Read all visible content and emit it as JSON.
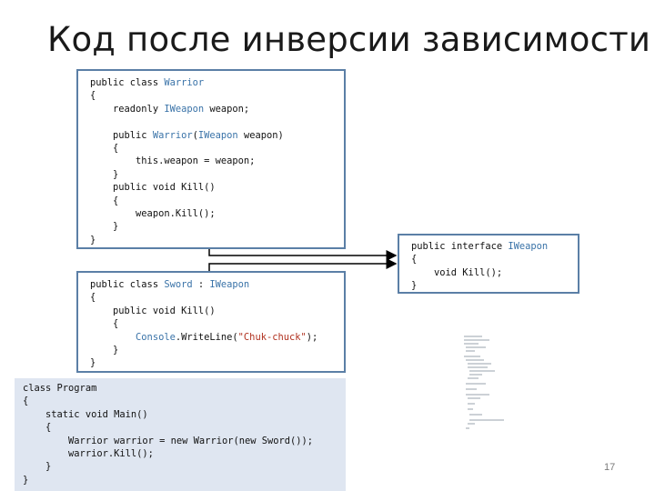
{
  "slide": {
    "title": "Код после инверсии зависимости",
    "page_number": "17"
  },
  "warrior_box": {
    "lines": [
      [
        {
          "t": "public class "
        },
        {
          "t": "Warrior",
          "c": "ty"
        }
      ],
      [
        {
          "t": "{"
        }
      ],
      [
        {
          "t": "    readonly "
        },
        {
          "t": "IWeapon",
          "c": "ty"
        },
        {
          "t": " weapon;"
        }
      ],
      [
        {
          "t": ""
        }
      ],
      [
        {
          "t": "    public "
        },
        {
          "t": "Warrior",
          "c": "ty"
        },
        {
          "t": "("
        },
        {
          "t": "IWeapon",
          "c": "ty"
        },
        {
          "t": " weapon)"
        }
      ],
      [
        {
          "t": "    {"
        }
      ],
      [
        {
          "t": "        this.weapon = weapon;"
        }
      ],
      [
        {
          "t": "    }"
        }
      ],
      [
        {
          "t": "    public void Kill()"
        }
      ],
      [
        {
          "t": "    {"
        }
      ],
      [
        {
          "t": "        weapon.Kill();"
        }
      ],
      [
        {
          "t": "    }"
        }
      ],
      [
        {
          "t": "}"
        }
      ]
    ]
  },
  "iweapon_box": {
    "lines": [
      [
        {
          "t": "public interface "
        },
        {
          "t": "IWeapon",
          "c": "ty"
        }
      ],
      [
        {
          "t": "{"
        }
      ],
      [
        {
          "t": "    void Kill();"
        }
      ],
      [
        {
          "t": "}"
        }
      ]
    ]
  },
  "sword_box": {
    "lines": [
      [
        {
          "t": "public class "
        },
        {
          "t": "Sword",
          "c": "ty"
        },
        {
          "t": " : "
        },
        {
          "t": "IWeapon",
          "c": "ty"
        }
      ],
      [
        {
          "t": "{"
        }
      ],
      [
        {
          "t": "    public void Kill()"
        }
      ],
      [
        {
          "t": "    {"
        }
      ],
      [
        {
          "t": "        "
        },
        {
          "t": "Console",
          "c": "ty"
        },
        {
          "t": ".WriteLine("
        },
        {
          "t": "\"Chuk-chuck\"",
          "c": "str"
        },
        {
          "t": ");"
        }
      ],
      [
        {
          "t": "    }"
        }
      ],
      [
        {
          "t": "}"
        }
      ]
    ]
  },
  "program_box": {
    "lines": [
      [
        {
          "t": "class Program"
        }
      ],
      [
        {
          "t": "{"
        }
      ],
      [
        {
          "t": "    static void Main()"
        }
      ],
      [
        {
          "t": "    {"
        }
      ],
      [
        {
          "t": "        Warrior warrior = new Warrior(new Sword());"
        }
      ],
      [
        {
          "t": "        warrior.Kill();"
        }
      ],
      [
        {
          "t": "    }"
        }
      ],
      [
        {
          "t": "}"
        }
      ]
    ]
  },
  "colors": {
    "box_border": "#5b7fa6",
    "type_name": "#3a73a8",
    "string_literal": "#b0301e",
    "program_bg": "#dfe6f1"
  }
}
